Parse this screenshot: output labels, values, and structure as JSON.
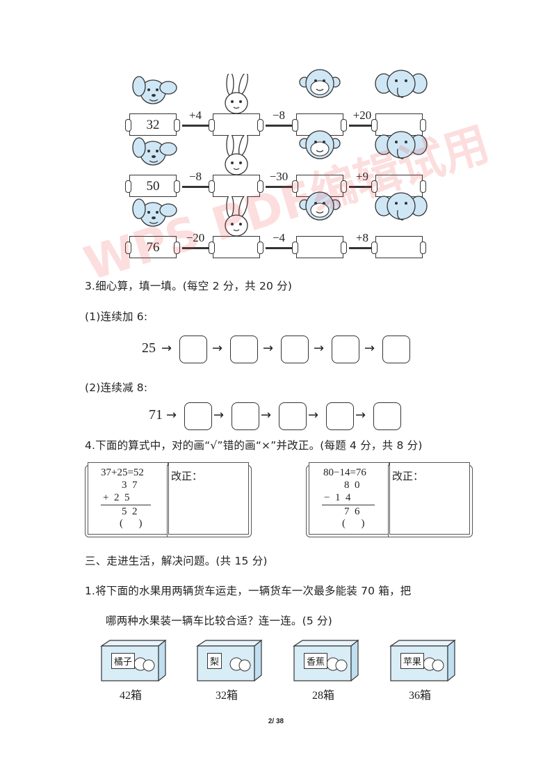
{
  "chain": {
    "rows": [
      {
        "start": "32",
        "ops": [
          "+4",
          "−8",
          "+20"
        ]
      },
      {
        "start": "50",
        "ops": [
          "−8",
          "−30",
          "+9"
        ]
      },
      {
        "start": "76",
        "ops": [
          "−20",
          "−4",
          "+8"
        ]
      }
    ]
  },
  "q3": {
    "heading": "3.细心算，填一填。(每空 2 分，共 20 分)",
    "sub1": "(1)连续加 6:",
    "start1": "25",
    "sub2": "(2)连续减 8:",
    "start2": "71",
    "arrow": "→"
  },
  "q4": {
    "heading": "4.下面的算式中，对的画“√”错的画“×”并改正。(每题 4 分，共 8 分)",
    "left": {
      "equation": "37+25=52",
      "line1": "3  7",
      "line2": "+  2  5",
      "line3": "5  2",
      "mark": "(      )",
      "correct": "改正："
    },
    "right": {
      "equation": "80−14=76",
      "line1": "8  0",
      "line2": "−  1  4",
      "line3": "7  6",
      "mark": "(      )",
      "correct": "改正："
    }
  },
  "section3": {
    "heading": "三、走进生活，解决问题。(共 15 分)",
    "q1_line1": "1.将下面的水果用两辆货车运走，一辆货车一次最多能装 70 箱，把",
    "q1_line2": "哪两种水果装一辆车比较合适？连一连。(5 分)",
    "boxes": [
      {
        "label": "橘子",
        "count": "42箱"
      },
      {
        "label": "梨",
        "count": "32箱"
      },
      {
        "label": "香蕉",
        "count": "28箱"
      },
      {
        "label": "苹果",
        "count": "36箱"
      }
    ]
  },
  "footer": {
    "page": "2/ 38"
  },
  "watermark": "WPS PDF编辑试用",
  "colors": {
    "animal": "#cfe6f5",
    "box": "#d9edf7",
    "watermark": "#eb3c3c"
  }
}
